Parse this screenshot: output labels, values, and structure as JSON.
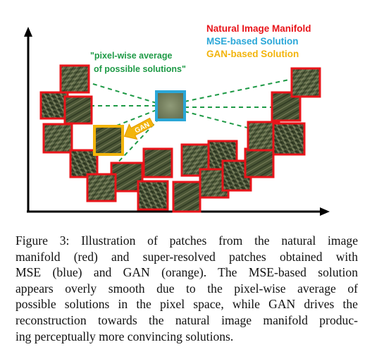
{
  "figure": {
    "legend": {
      "natural": "Natural Image Manifold",
      "mse": "MSE-based Solution",
      "gan": "GAN-based Solution"
    },
    "annotation": {
      "line1": "\"pixel-wise average",
      "line2": "of possible solutions\""
    },
    "gan_arrow_label": "GAN",
    "colors": {
      "natural": "#e8141a",
      "mse": "#2aa7d8",
      "gan": "#f2b40c",
      "annotation": "#1e9a46",
      "dashed_lines": "#1e9a46",
      "axes": "#000000"
    }
  },
  "caption": {
    "lines": [
      "Figure 3: Illustration of patches from the natural image",
      "manifold (red) and super-resolved patches obtained with",
      "MSE (blue) and GAN (orange). The MSE-based solution",
      "appears overly smooth due to the pixel-wise average of",
      "possible solutions in the pixel space, while GAN drives the",
      "reconstruction towards the natural image manifold produc-",
      "ing perceptually more convincing solutions."
    ]
  }
}
